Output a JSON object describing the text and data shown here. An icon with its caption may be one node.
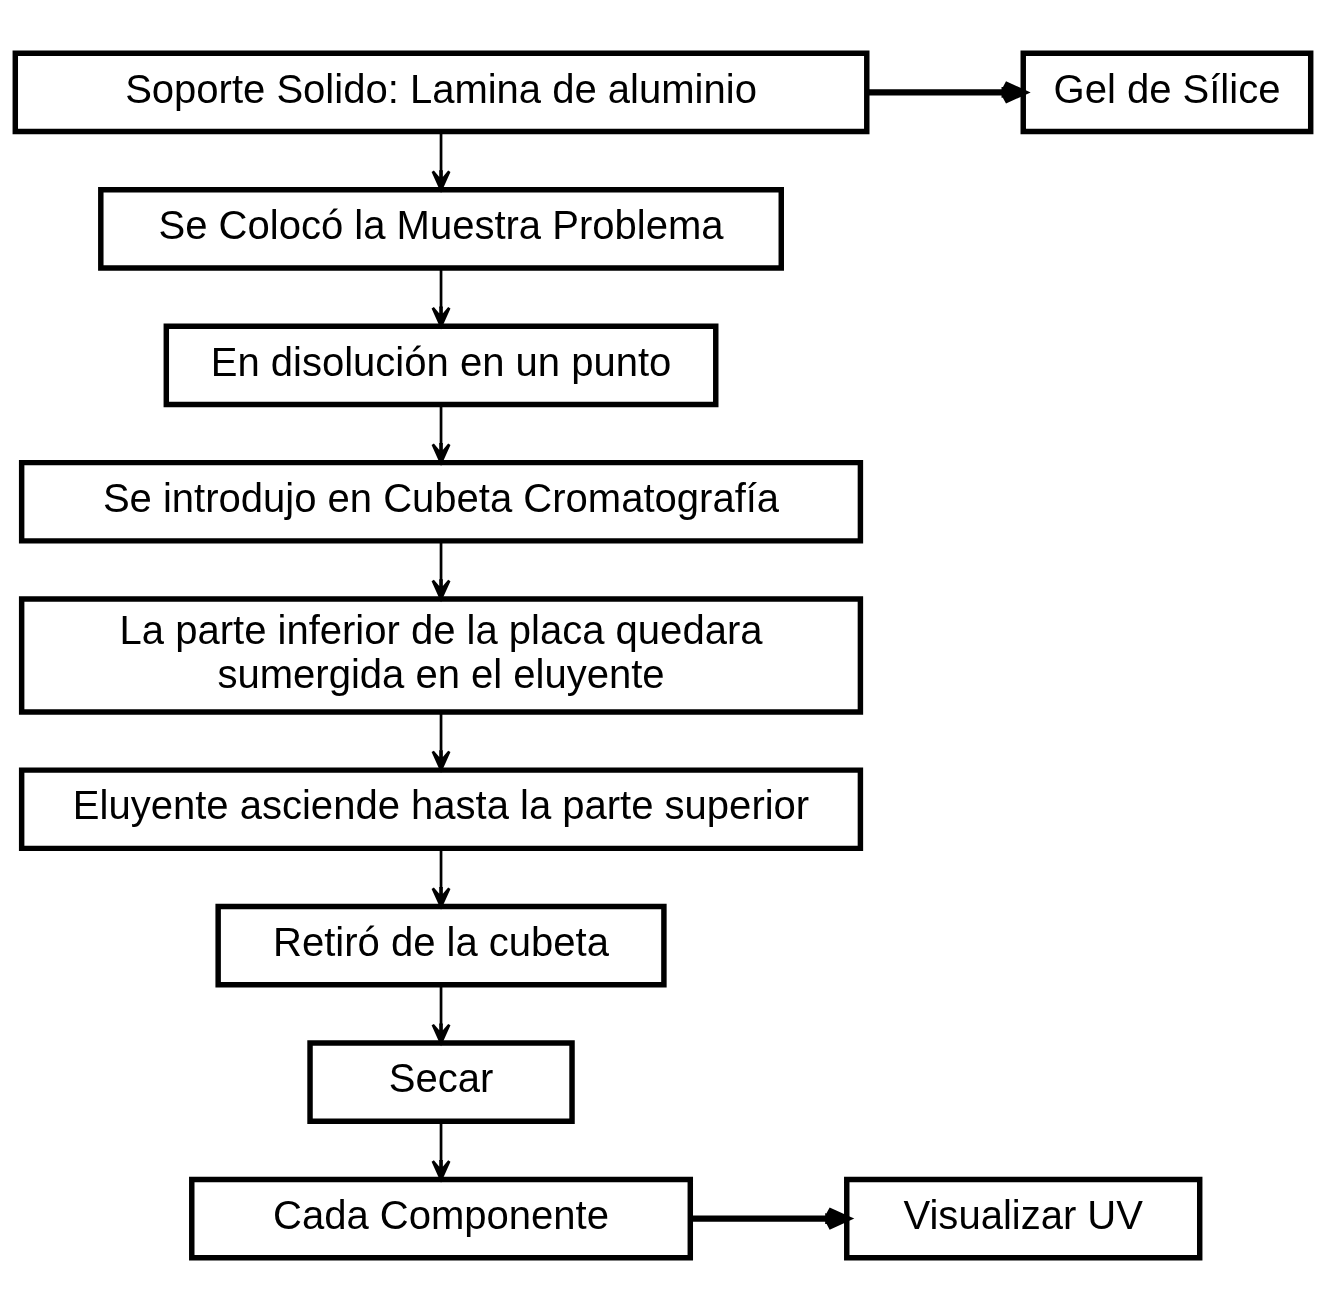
{
  "diagram": {
    "nodes": [
      {
        "text": [
          "Soporte Solido: Lamina de aluminio"
        ]
      },
      {
        "text": [
          "Gel de Sílice"
        ]
      },
      {
        "text": [
          "Se Colocó la Muestra Problema"
        ]
      },
      {
        "text": [
          "En disolución en un punto"
        ]
      },
      {
        "text": [
          "Se introdujo en Cubeta Cromatografía"
        ]
      },
      {
        "text": [
          "La parte inferior de la placa quedara sumergida en el eluyente"
        ]
      },
      {
        "text": [
          "Eluyente asciende hasta la parte superior"
        ]
      },
      {
        "text": [
          "Retiró de la cubeta"
        ]
      },
      {
        "text": [
          "Secar"
        ]
      },
      {
        "text": [
          "Cada Componente"
        ]
      },
      {
        "text": [
          "Visualizar UV"
        ]
      }
    ],
    "edges": [
      {
        "from": 0,
        "to": 1,
        "arrow": "to",
        "style": "thick"
      },
      {
        "from": 0,
        "to": 2,
        "arrow": "to"
      },
      {
        "from": 2,
        "to": 3,
        "arrow": "to"
      },
      {
        "from": 3,
        "to": 4,
        "arrow": "to"
      },
      {
        "from": 4,
        "to": 5,
        "arrow": "to"
      },
      {
        "from": 5,
        "to": 6,
        "arrow": "to"
      },
      {
        "from": 6,
        "to": 7,
        "arrow": "to"
      },
      {
        "from": 7,
        "to": 8,
        "arrow": "to"
      },
      {
        "from": 8,
        "to": 9,
        "arrow": "to"
      },
      {
        "from": 9,
        "to": 10,
        "arrow": "to",
        "style": "thick"
      }
    ]
  }
}
